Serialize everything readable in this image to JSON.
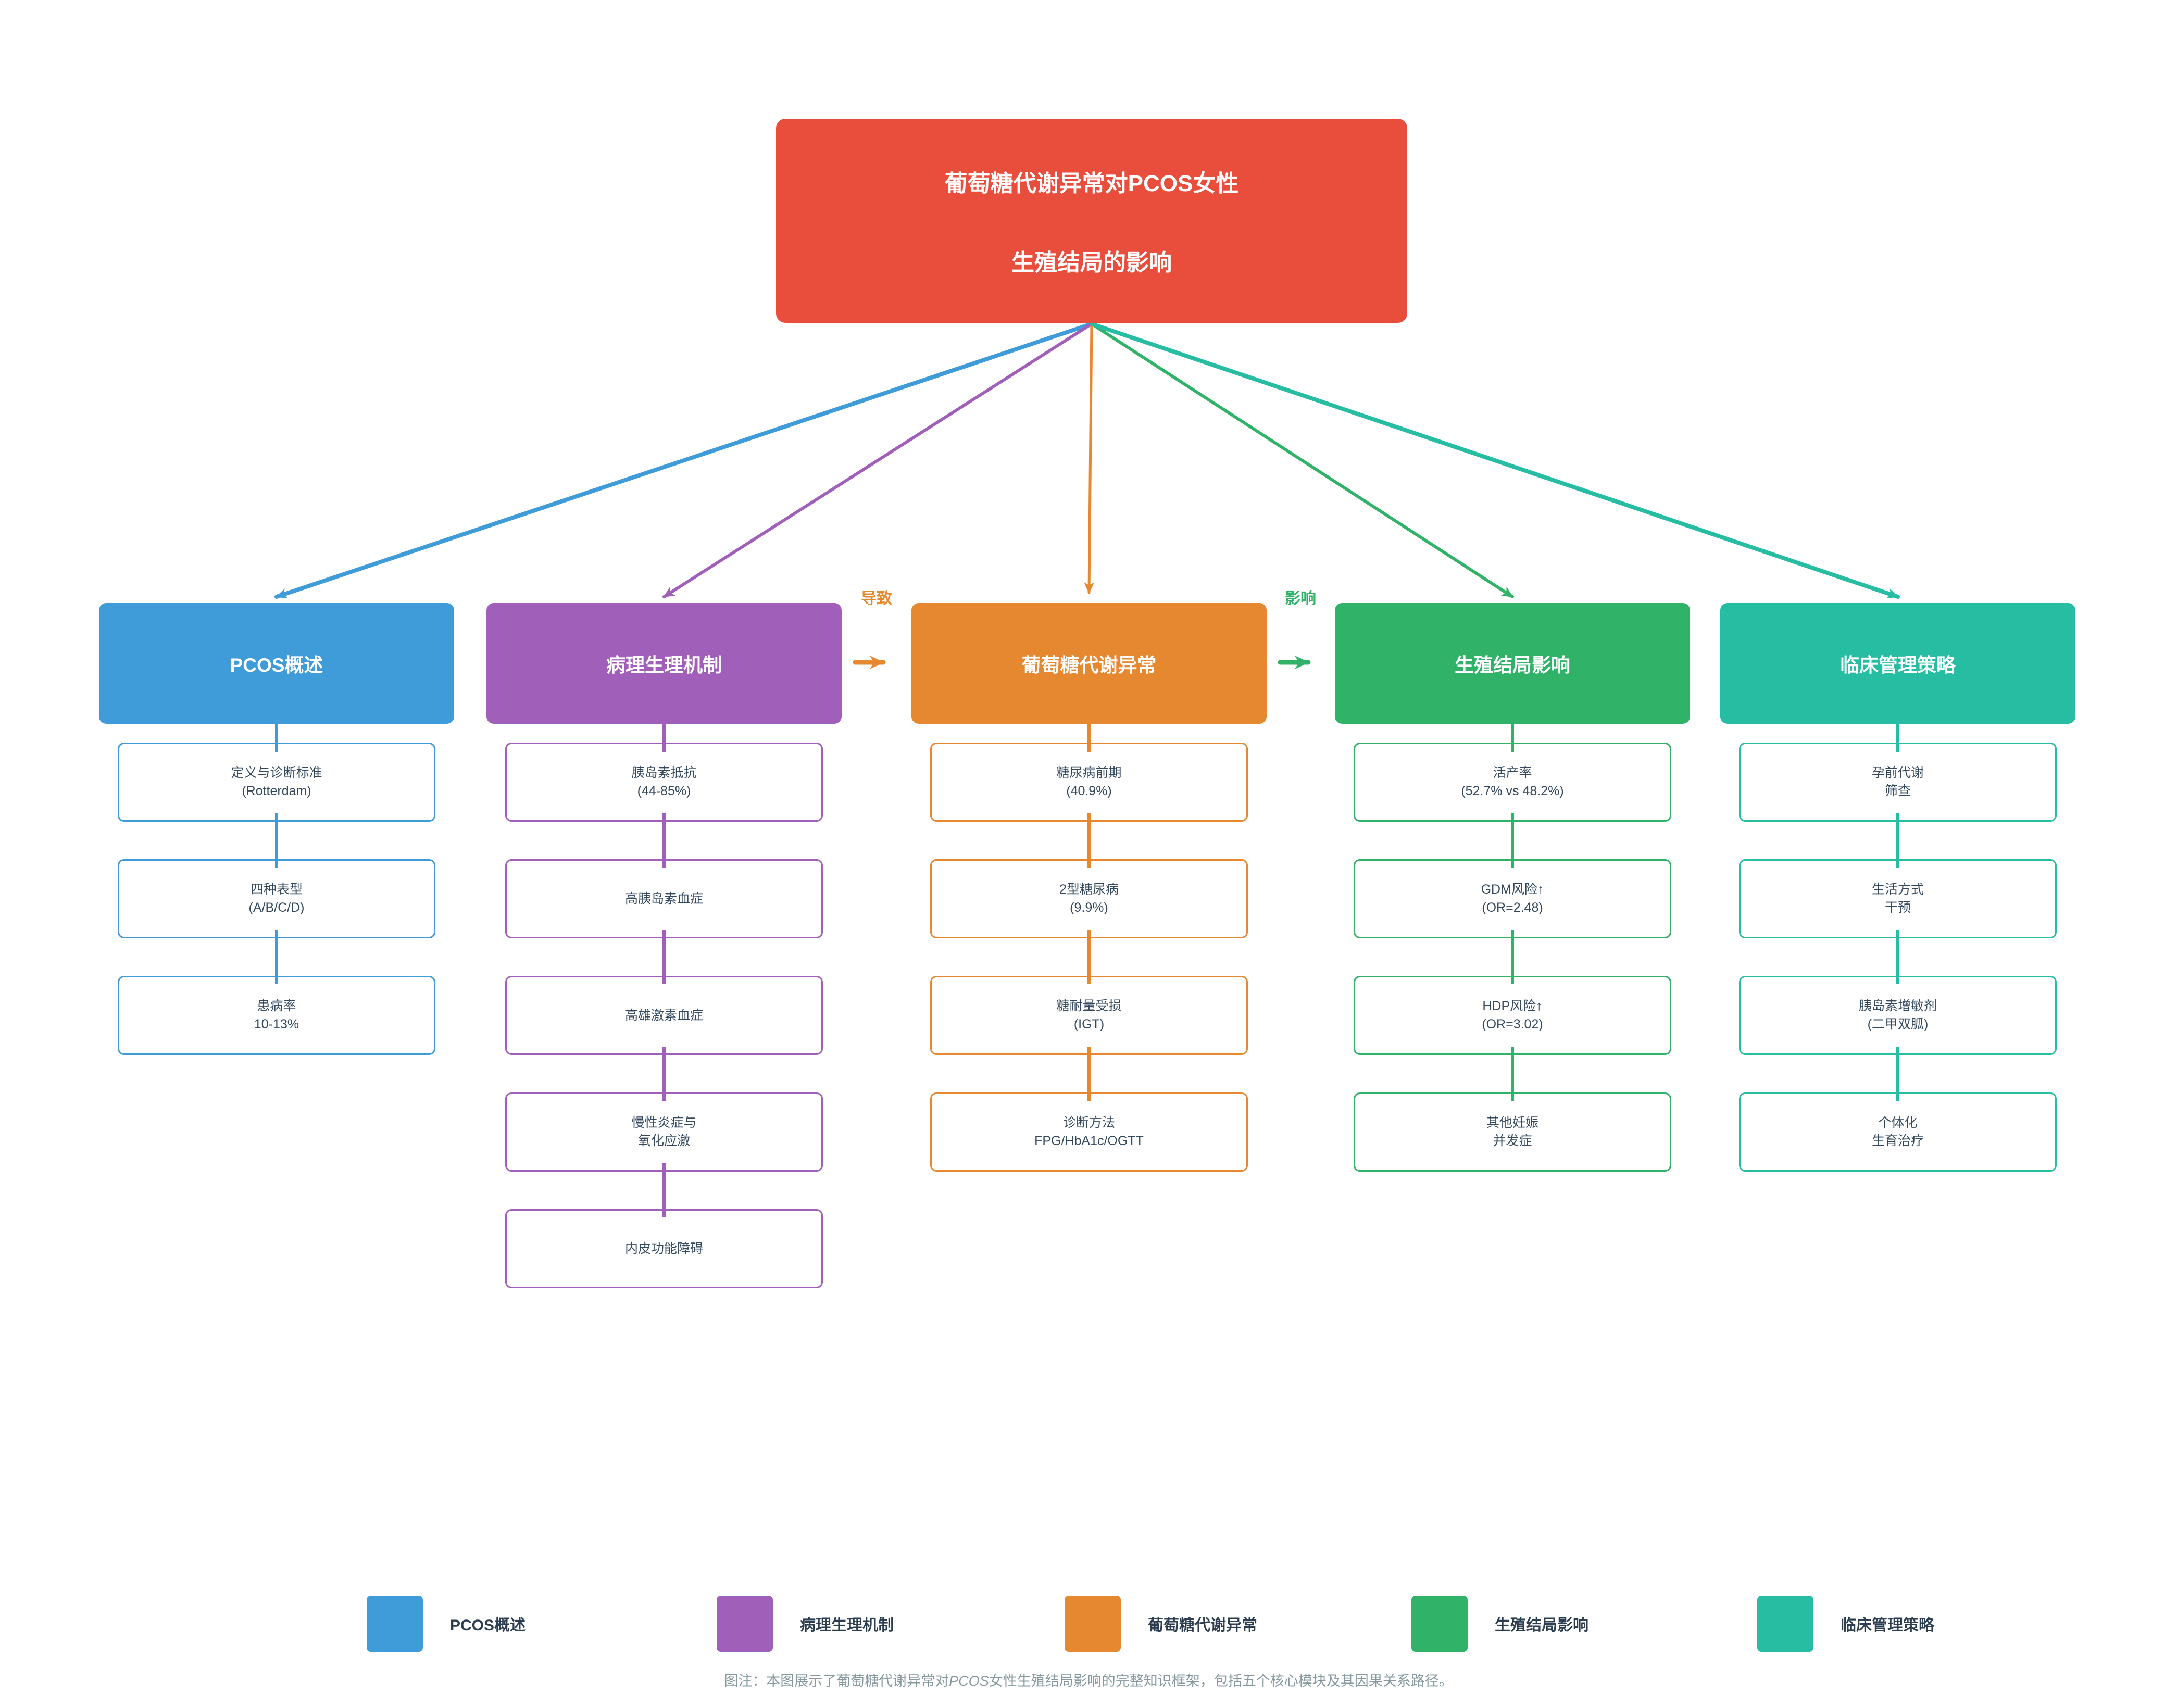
{
  "root_box": {
    "line1": "葡萄糖代谢异常对PCOS女性",
    "line2": "生殖结局的影响",
    "color": "#e94e3c"
  },
  "edge_labels": {
    "cause": "导致",
    "affect": "影响"
  },
  "columns": [
    {
      "title": "PCOS概述",
      "color": "#3f9cd8",
      "children": [
        {
          "lines": [
            "定义与诊断标准",
            "(Rotterdam)"
          ]
        },
        {
          "lines": [
            "四种表型",
            "(A/B/C/D)"
          ]
        },
        {
          "lines": [
            "患病率",
            "10-13%"
          ]
        }
      ]
    },
    {
      "title": "病理生理机制",
      "color": "#a05fb8",
      "children": [
        {
          "lines": [
            "胰岛素抵抗",
            "(44-85%)"
          ]
        },
        {
          "lines": [
            "高胰岛素血症"
          ]
        },
        {
          "lines": [
            "高雄激素血症"
          ]
        },
        {
          "lines": [
            "慢性炎症与",
            "氧化应激"
          ]
        },
        {
          "lines": [
            "内皮功能障碍"
          ]
        }
      ]
    },
    {
      "title": "葡萄糖代谢异常",
      "color": "#e5882f",
      "children": [
        {
          "lines": [
            "糖尿病前期",
            "(40.9%)"
          ]
        },
        {
          "lines": [
            "2型糖尿病",
            "(9.9%)"
          ]
        },
        {
          "lines": [
            "糖耐量受损",
            "(IGT)"
          ]
        },
        {
          "lines": [
            "诊断方法",
            "FPG/HbA1c/OGTT"
          ]
        }
      ]
    },
    {
      "title": "生殖结局影响",
      "color": "#30b268",
      "children": [
        {
          "lines": [
            "活产率",
            "(52.7% vs 48.2%)"
          ]
        },
        {
          "lines": [
            "GDM风险↑",
            "(OR=2.48)"
          ]
        },
        {
          "lines": [
            "HDP风险↑",
            "(OR=3.02)"
          ]
        },
        {
          "lines": [
            "其他妊娠",
            "并发症"
          ]
        }
      ]
    },
    {
      "title": "临床管理策略",
      "color": "#26bda2",
      "children": [
        {
          "lines": [
            "孕前代谢",
            "筛查"
          ]
        },
        {
          "lines": [
            "生活方式",
            "干预"
          ]
        },
        {
          "lines": [
            "胰岛素增敏剂",
            "(二甲双胍)"
          ]
        },
        {
          "lines": [
            "个体化",
            "生育治疗"
          ]
        }
      ]
    }
  ],
  "legend": [
    {
      "label": "PCOS概述",
      "color": "#3f9cd8"
    },
    {
      "label": "病理生理机制",
      "color": "#a05fb8"
    },
    {
      "label": "葡萄糖代谢异常",
      "color": "#e5882f"
    },
    {
      "label": "生殖结局影响",
      "color": "#30b268"
    },
    {
      "label": "临床管理策略",
      "color": "#26bda2"
    }
  ],
  "caption": {
    "prefix": "图注：本图展示了葡萄糖代谢异常对",
    "pcos": "PCOS",
    "suffix": "女性生殖结局影响的完整知识框架，包括五个核心模块及其因果关系路径。"
  }
}
